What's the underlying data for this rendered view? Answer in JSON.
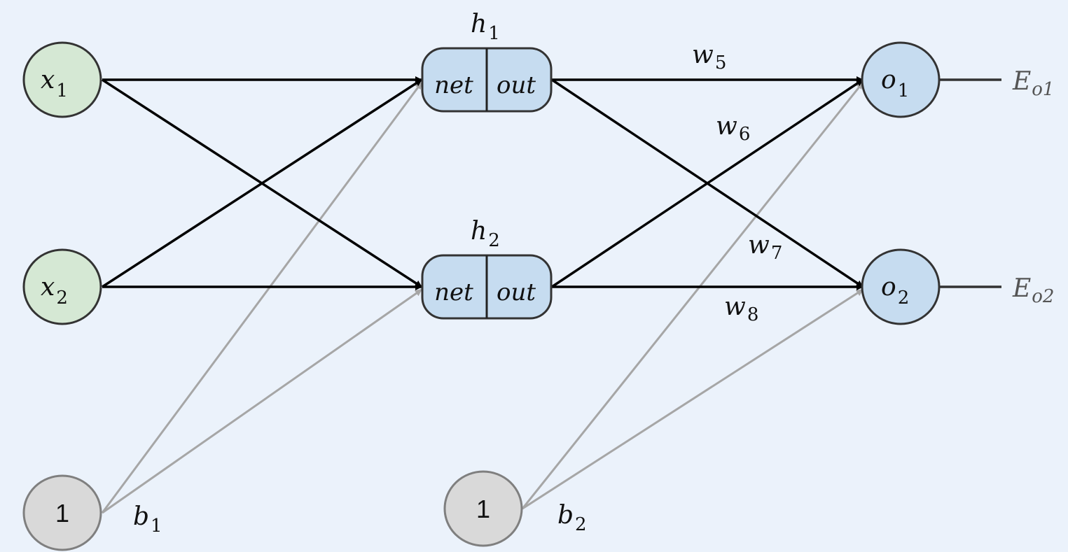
{
  "diagram": {
    "title": "",
    "colors": {
      "background": "#ebf2fb",
      "input_fill": "#d5e8d4",
      "hidden_fill": "#c6dcf0",
      "output_fill": "#c6dcf0",
      "bias_fill": "#d9d9d9",
      "edge_weight": "#000000",
      "edge_bias": "#a6a6a6",
      "error_text": "#555555"
    },
    "nodes": {
      "x1": {
        "main": "x",
        "sub": "1"
      },
      "x2": {
        "main": "x",
        "sub": "2"
      },
      "b1_unit": {
        "label": "1"
      },
      "b2_unit": {
        "label": "1"
      },
      "h1": {
        "main": "h",
        "sub": "1",
        "net": "net",
        "out": "out"
      },
      "h2": {
        "main": "h",
        "sub": "2",
        "net": "net",
        "out": "out"
      },
      "o1": {
        "main": "o",
        "sub": "1"
      },
      "o2": {
        "main": "o",
        "sub": "2"
      }
    },
    "weight_labels": {
      "w5": {
        "main": "w",
        "sub": "5"
      },
      "w6": {
        "main": "w",
        "sub": "6"
      },
      "w7": {
        "main": "w",
        "sub": "7"
      },
      "w8": {
        "main": "w",
        "sub": "8"
      }
    },
    "bias_labels": {
      "b1": {
        "main": "b",
        "sub": "1"
      },
      "b2": {
        "main": "b",
        "sub": "2"
      }
    },
    "errors": {
      "eo1": {
        "main": "E",
        "sub": "o1"
      },
      "eo2": {
        "main": "E",
        "sub": "o2"
      }
    },
    "edges": [
      {
        "from": "x1",
        "to": "h1",
        "type": "weight"
      },
      {
        "from": "x1",
        "to": "h2",
        "type": "weight"
      },
      {
        "from": "x2",
        "to": "h1",
        "type": "weight"
      },
      {
        "from": "x2",
        "to": "h2",
        "type": "weight"
      },
      {
        "from": "b1_unit",
        "to": "h1",
        "type": "bias"
      },
      {
        "from": "b1_unit",
        "to": "h2",
        "type": "bias"
      },
      {
        "from": "h1",
        "to": "o1",
        "type": "weight",
        "label": "w5"
      },
      {
        "from": "h1",
        "to": "o2",
        "type": "weight",
        "label": "w7"
      },
      {
        "from": "h2",
        "to": "o1",
        "type": "weight",
        "label": "w6"
      },
      {
        "from": "h2",
        "to": "o2",
        "type": "weight",
        "label": "w8"
      },
      {
        "from": "b2_unit",
        "to": "o1",
        "type": "bias"
      },
      {
        "from": "b2_unit",
        "to": "o2",
        "type": "bias"
      }
    ]
  }
}
